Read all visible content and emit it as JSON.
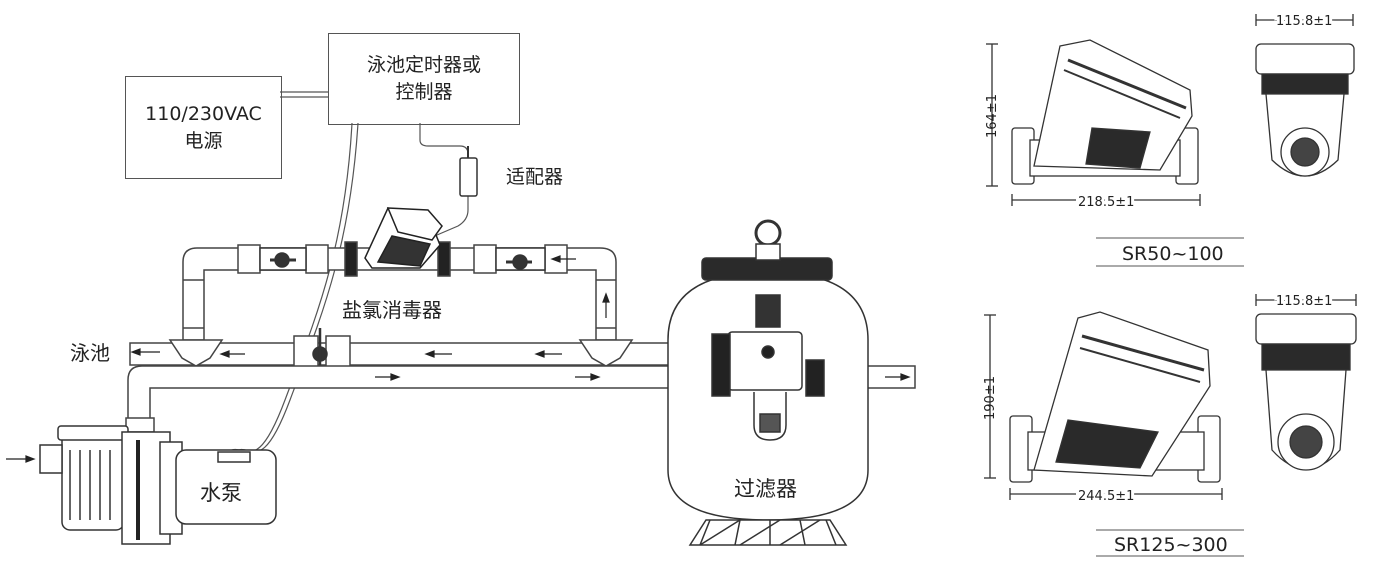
{
  "power_box": {
    "line1": "110/230VAC",
    "line2": "电源"
  },
  "controller_box": {
    "line1": "泳池定时器或",
    "line2": "控制器"
  },
  "labels": {
    "adapter": "适配器",
    "chlorinator": "盐氯消毒器",
    "pool": "泳池",
    "pump": "水泵",
    "filter": "过滤器"
  },
  "models": [
    {
      "name": "SR50~100",
      "width_dim": "218.5±1",
      "height_dim": "164±1",
      "side_dim": "115.8±1"
    },
    {
      "name": "SR125~300",
      "width_dim": "244.5±1",
      "height_dim": "190±1",
      "side_dim": "115.8±1"
    }
  ],
  "colors": {
    "line": "#333333",
    "pipe_fill": "#ffffff",
    "pipe_stroke": "#444444",
    "dark": "#1a1a1a"
  }
}
